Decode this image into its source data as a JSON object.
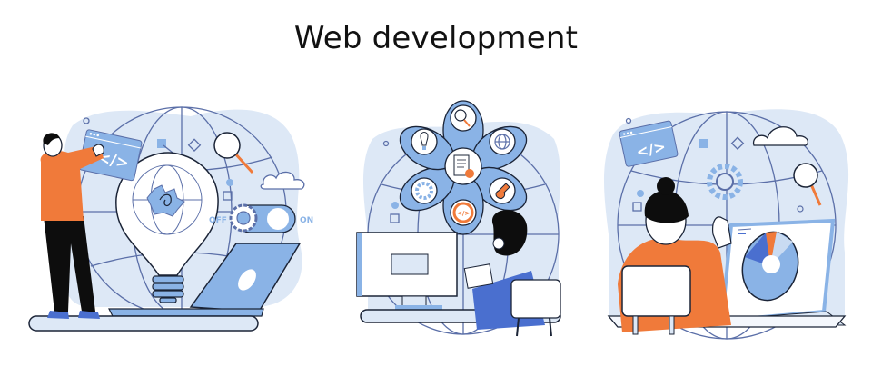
{
  "title": "Web development",
  "colors": {
    "background": "#ffffff",
    "blob": "#dde8f6",
    "light_blue": "#c9dbf2",
    "mid_blue": "#8ab3e6",
    "accent_blue": "#4a6fcf",
    "outline": "#1b2437",
    "grid_line": "#5b6fa8",
    "orange": "#f07a3a",
    "black": "#0d0d0d"
  },
  "scenes": [
    {
      "name": "idea-scene",
      "code_window_glyph": "</>",
      "toggle": {
        "off_label": "OFF",
        "on_label": "ON"
      }
    },
    {
      "name": "network-scene",
      "center_icon": "document-gear-icon",
      "petal_icons": [
        "magnifier-icon",
        "globe-icon",
        "key-icon",
        "code-icon",
        "gear-icon",
        "lightbulb-icon"
      ],
      "code_glyph": "</>"
    },
    {
      "name": "analytics-scene",
      "code_window_glyph": "</>",
      "pie_segments": [
        {
          "color": "#f07a3a",
          "label": "orange"
        },
        {
          "color": "#c9dbf2",
          "label": "light"
        },
        {
          "color": "#8ab3e6",
          "label": "mid"
        },
        {
          "color": "#4a6fcf",
          "label": "dark"
        }
      ]
    }
  ]
}
